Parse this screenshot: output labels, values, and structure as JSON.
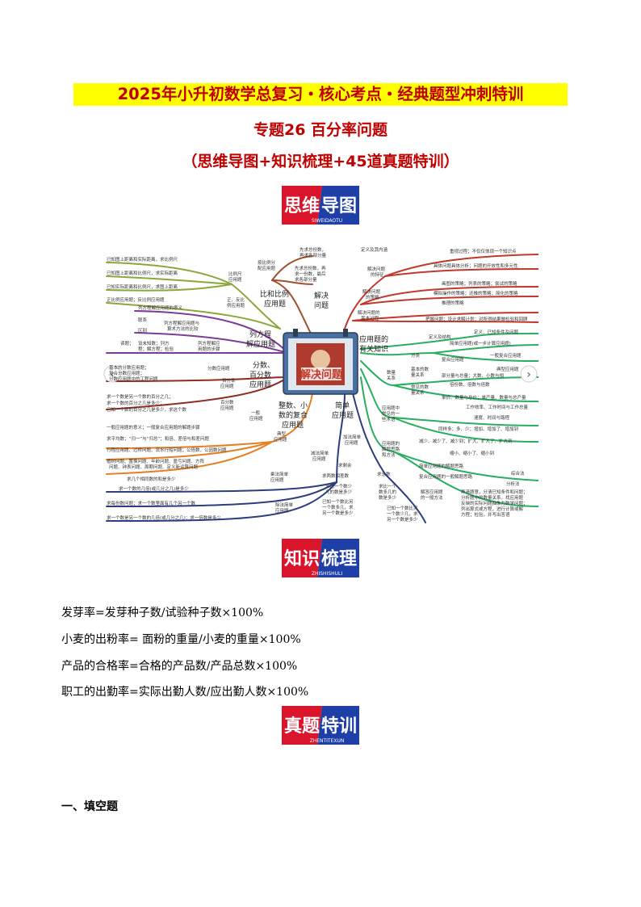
{
  "header": {
    "title_line1": "2025年小升初数学总复习・核心考点・经典题型冲刺特训",
    "title_line2": "专题26  百分率问题",
    "title_line3": "（思维导图+知识梳理+45道真题特训）"
  },
  "badges": {
    "mindmap": {
      "big": "思维导图",
      "small": "SIWEIDAOTU",
      "red": "思维",
      "blue": "导图"
    },
    "knowledge": {
      "big": "知识梳理",
      "small": "ZHISHISHULI",
      "red": "知识",
      "blue": "梳理"
    },
    "exam": {
      "big": "真题特训",
      "small": "ZHENTITEXUN",
      "red": "真题",
      "blue": "特训"
    }
  },
  "mindmap": {
    "center": "解决问题",
    "nav_left": "‹",
    "nav_right": "›",
    "branches": {
      "bili": "比和比例",
      "bili2": "应用题",
      "jiejue": "解决",
      "jiejue2": "问题",
      "yingyong": "应用题的",
      "yingyong2": "有关知识",
      "liefangcheng": "列方程",
      "liefangcheng2": "解应用题",
      "fenshu": "分数、",
      "fenshu2": "百分数",
      "fenshu3": "应用题",
      "zhengshu": "整数、小",
      "zhengshu2": "数的复合",
      "zhengshu3": "应用题",
      "jiandan": "简单",
      "jiandan2": "应用题"
    },
    "labels": {
      "t1": "先求总份数，",
      "t2": "再求各部分量",
      "t3": "先求总份数，再",
      "t4": "求一份数，最后",
      "t5": "求各部分量",
      "t6": "按比例分",
      "t7": "配应用题",
      "t8": "已知图上距离和实际距离，求比例尺",
      "t9": "已知图上距离和比例尺，求实际距离",
      "t10": "已知实际距离和比例尺，求图上距离",
      "t11": "比例尺",
      "t12": "应用题",
      "t13": "正比例应用题；反比例应用题",
      "t14": "正、反比",
      "t15": "例应用题",
      "t16": "定义及其内涵",
      "t17": "重视过程；不仅仅体现一个知识点",
      "t18": "具体问题具体分析；问题的开放性和多元性",
      "t19": "解决问题",
      "t20": "的特征",
      "t21": "画图的策略；列表的策略；尝试的策略",
      "t22": "模拟操作的策略；还推的策略；简化的策略",
      "t23": "推理的策略",
      "t24": "解决问题",
      "t25": "的策略",
      "t26": "解决问题的",
      "t27": "基本过程",
      "t28": "把握问题；设计求解计划；对所得结果做检验和回顾",
      "t29": "列方程解应用题的意义",
      "t30": "联系",
      "t31": "区别",
      "t32": "列方程解应用题与",
      "t33": "算术方法的比较",
      "t34": "设未知数；列方",
      "t35": "程；解方程；检验",
      "t36": "读题；",
      "t37": "列方程解应",
      "t38": "用题的步骤",
      "t39": "定义及结构",
      "t40": "定义、已知条件及问题",
      "t41": "简单应用题(或一步计算应用题)",
      "t42": "分类",
      "t43": "复合应用题",
      "t44": "一般复合应用题",
      "t45": "典型应用题",
      "t46": "数量",
      "t47": "关系",
      "t48": "基本的数",
      "t49": "量关系",
      "t50": "部分量与总量；大数、小数与相",
      "t51": "倍份数、倍数与倍数",
      "t52": "常见的数",
      "t53": "量关系",
      "t54": "单价、数量与总价；单产量、数量与总产量",
      "t55": "工作效率、工作时间与工作总量",
      "t56": "速度、时间与路程",
      "t57": "应用题中",
      "t58": "常见的一",
      "t59": "些术语",
      "t60": "同样多；多、少；增加、增加了、增加到",
      "t61": "减少、减少了、减少到；扩大、扩大了、扩大到",
      "t62": "缩小、缩小了、缩小到",
      "t63": "应用题的",
      "t64": "解题思路",
      "t65": "和方法",
      "t66": "简单应用题的解题思路",
      "t67": "复合应用题的一般解题思路",
      "t68": "综合法",
      "t69": "分析法",
      "t70": "解答应用题",
      "t71": "的一般方法",
      "t72": "弄清题意，分清已知条件和问题；",
      "t73": "分析题中的数量关系，找应用题",
      "t74": "反映的实际问题抽象为数学问题；",
      "t75": "列出算式或方程，进行计算或解",
      "t76": "方程；检验，并写出答语",
      "t77": "基本的分数应用题；",
      "t78": "复合分数应用题；",
      "t79": "分数应用题中的工程问题",
      "t80": "分数应用题",
      "t81": "百分率",
      "t82": "应用题",
      "t83": "求一个数是另一个数的百分之几；",
      "t84": "求一个数的百分之几是多少；",
      "t85": "已知一个数的百分之几是多少，求这个数",
      "t86": "百分数",
      "t87": "应用题",
      "t88": "一般应用题的意义；一般复合应用题的解题步骤",
      "t89": "一般",
      "t90": "应用题",
      "t91": "求平均数；“归一”与“归总”；和倍、差倍与和差问题",
      "t92": "行程应用题、过桥问题、流水行船问题；公倍数、公因数问题",
      "t93": "植树问题、置换问题、年龄问题、盈亏问题、方阵",
      "t94": "问题、钟表问题、周期问题、定义新运算问题",
      "t95": "典型",
      "t96": "应用题",
      "t97": "加法简单",
      "t98": "应用题",
      "t99": "减法简单",
      "t100": "应用题",
      "t101": "求总数",
      "t102": "求剩余",
      "t103": "求两数相差数",
      "t104": "求比一个数少",
      "t105": "几的数是多少",
      "t106": "求比一个",
      "t107": "数多几的",
      "t108": "数是多少",
      "t109": "已知一个数比另",
      "t110": "一个数多几，求",
      "t111": "另一个数是多少",
      "t112": "已知一个数比另",
      "t113": "一个数少几，求",
      "t114": "另一个数是多少",
      "t115": "求几个相同数的和是多少",
      "t116": "求一个数的几倍(或几分之几)是多少",
      "t117": "乘法简单",
      "t118": "应用题",
      "t119": "求每份数问题；求一个数里面有几个另一个数",
      "t120": "除法简单",
      "t121": "应用题",
      "t122": "求一个数是另一个数的几倍(或几分之几)；求一倍数是多少"
    }
  },
  "formulas": [
    "发芽率=发芽种子数/试验种子数×100%",
    "小麦的出粉率= 面粉的重量/小麦的重量×100%",
    "产品的合格率=合格的产品数/产品总数×100%",
    "职工的出勤率=实际出勤人数/应出勤人数×100%"
  ],
  "section": {
    "heading": "一、填空题"
  },
  "colors": {
    "title_red": "#c00000",
    "title_bg": "#ffff00",
    "badge_red": "#d9142b",
    "badge_blue": "#1f3fa8"
  }
}
